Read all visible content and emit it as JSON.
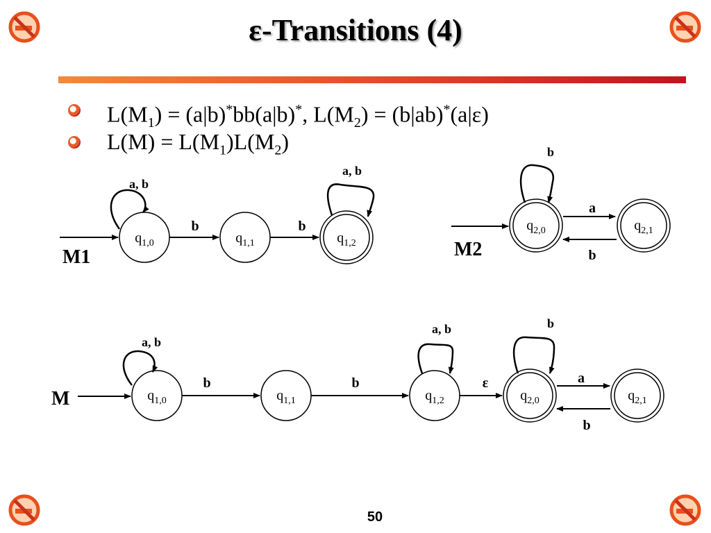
{
  "slide": {
    "title": "ε-Transitions (4)",
    "page_number": "50",
    "bullets": [
      {
        "parts": {
          "a": "L(M",
          "b": "1",
          "c": ") = (a|b)",
          "d": "*",
          "e": "bb(a|b)",
          "f": "*",
          "g": ",  L(M",
          "h": "2",
          "i": ") = (b|ab)",
          "j": "*",
          "k": "(a|ε)"
        }
      },
      {
        "parts": {
          "a": "L(M) = L(M",
          "b": "1",
          "c": ")L(M",
          "d": "2",
          "e": ")"
        }
      }
    ]
  },
  "machines": {
    "m1": {
      "label": "M1",
      "states": [
        {
          "main": "q",
          "sub": "1,0"
        },
        {
          "main": "q",
          "sub": "1,1"
        },
        {
          "main": "q",
          "sub": "1,2"
        }
      ],
      "edge_labels": {
        "loop0": "a, b",
        "e01": "b",
        "e12": "b",
        "loop2": "a, b"
      }
    },
    "m2": {
      "label": "M2",
      "states": [
        {
          "main": "q",
          "sub": "2,0"
        },
        {
          "main": "q",
          "sub": "2,1"
        }
      ],
      "edge_labels": {
        "loop0": "b",
        "e01": "a",
        "e10": "b"
      }
    },
    "m": {
      "label": "M",
      "states": [
        {
          "main": "q",
          "sub": "1,0"
        },
        {
          "main": "q",
          "sub": "1,1"
        },
        {
          "main": "q",
          "sub": "1,2"
        },
        {
          "main": "q",
          "sub": "2,0"
        },
        {
          "main": "q",
          "sub": "2,1"
        }
      ],
      "edge_labels": {
        "loop10": "a, b",
        "e10_11": "b",
        "e11_12": "b",
        "loop12": "a, b",
        "eps": "ε",
        "loop20": "b",
        "e20_21": "a",
        "e21_20": "b"
      }
    }
  },
  "colors": {
    "accent_rule_start": "#f28a3c",
    "accent_rule_end": "#c0141e",
    "icon": "#e8501c"
  },
  "icons": {
    "corner": "no-smoking-icon"
  }
}
